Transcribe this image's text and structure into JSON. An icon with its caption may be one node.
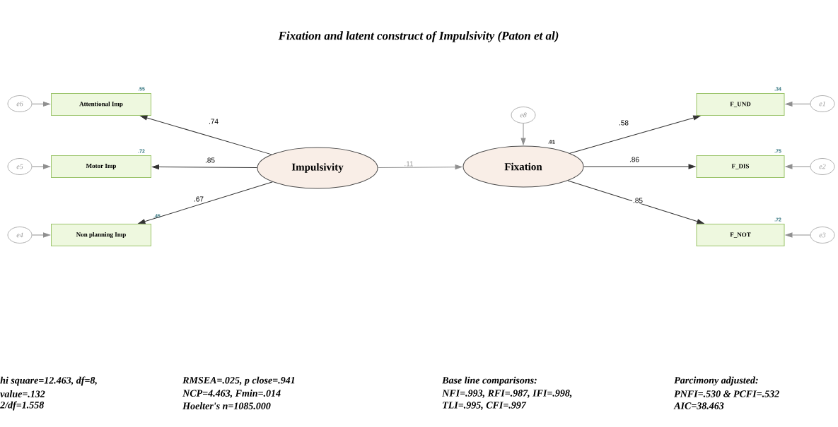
{
  "diagram": {
    "title": "Fixation and latent construct of Impulsivity (Paton et al)",
    "nodes": [
      {
        "text": [
          "e6"
        ]
      },
      {
        "text": [
          "Attentional Imp"
        ],
        "beside": [
          ".55"
        ]
      },
      {
        "text": [
          "e5"
        ]
      },
      {
        "text": [
          "Motor Imp"
        ],
        "beside": [
          ".72"
        ]
      },
      {
        "text": [
          "e4"
        ]
      },
      {
        "text": [
          "Non planning Imp"
        ],
        "beside": [
          ".45"
        ]
      },
      {
        "text": [
          "Impulsivity"
        ]
      },
      {
        "text": [
          "e8"
        ]
      },
      {
        "text": [
          "Fixation"
        ],
        "beside": [
          ".01"
        ]
      },
      {
        "text": [
          "F_UND"
        ],
        "beside": [
          ".34"
        ]
      },
      {
        "text": [
          "e1"
        ]
      },
      {
        "text": [
          "F_DIS"
        ],
        "beside": [
          ".75"
        ]
      },
      {
        "text": [
          "e2"
        ]
      },
      {
        "text": [
          "F_NOT"
        ],
        "beside": [
          ".72"
        ]
      },
      {
        "text": [
          "e3"
        ]
      }
    ],
    "edges": [
      {
        "from": 0,
        "to": 1,
        "arrow": "to"
      },
      {
        "from": 2,
        "to": 3,
        "arrow": "to"
      },
      {
        "from": 4,
        "to": 5,
        "arrow": "to"
      },
      {
        "from": 6,
        "to": 1,
        "arrow": "to",
        "label": ".74",
        "color": "#333333"
      },
      {
        "from": 6,
        "to": 3,
        "arrow": "to",
        "label": ".85",
        "color": "#333333"
      },
      {
        "from": 6,
        "to": 5,
        "arrow": "to",
        "label": ".67",
        "color": "#333333"
      },
      {
        "from": 6,
        "to": 8,
        "arrow": "to",
        "label": ".11"
      },
      {
        "from": 7,
        "to": 8,
        "arrow": "to"
      },
      {
        "from": 8,
        "to": 9,
        "arrow": "to",
        "label": ".58",
        "color": "#333333"
      },
      {
        "from": 8,
        "to": 11,
        "arrow": "to",
        "label": ".86",
        "color": "#333333"
      },
      {
        "from": 8,
        "to": 13,
        "arrow": "to",
        "label": ".85",
        "color": "#333333"
      },
      {
        "from": 10,
        "to": 9,
        "arrow": "to"
      },
      {
        "from": 12,
        "to": 11,
        "arrow": "to"
      },
      {
        "from": 14,
        "to": 13,
        "arrow": "to"
      }
    ],
    "labels": [
      "hi square=12.463, df=8,",
      "value=.132",
      "2/df=1.558",
      "RMSEA=.025, p close=.941",
      "NCP=4.463, Fmin=.014",
      "Hoelter's n=1085.000",
      "Base line comparisons:",
      "NFI=.993, RFI=.987, IFI=.998,",
      "TLI=.995, CFI=.997",
      "Parcimony adjusted:",
      "PNFI=.530 & PCFI=.532",
      "AIC=38.463"
    ]
  }
}
